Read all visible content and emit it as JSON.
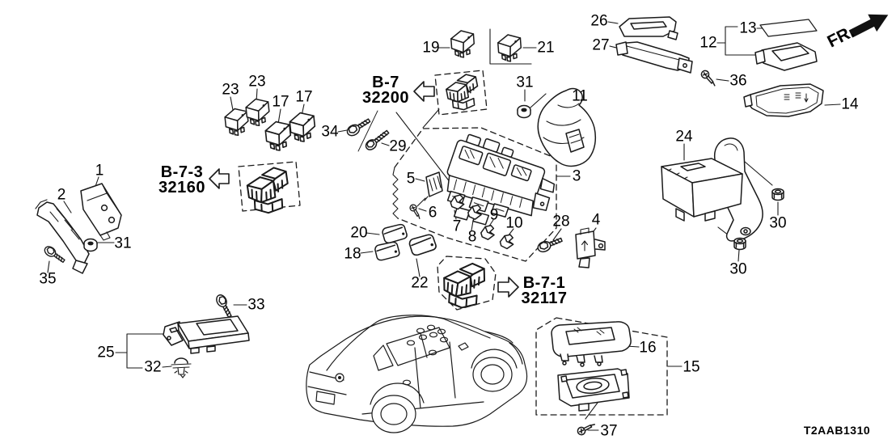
{
  "diagram_code": "T2AAB1310",
  "orientation": {
    "label": "FR."
  },
  "refs": {
    "b7_32200": {
      "code": "B-7",
      "num": "32200"
    },
    "b73_32160": {
      "code": "B-7-3",
      "num": "32160"
    },
    "b71_32117": {
      "code": "B-7-1",
      "num": "32117"
    }
  },
  "callouts": {
    "1": "1",
    "2": "2",
    "3": "3",
    "4": "4",
    "5": "5",
    "6": "6",
    "7": "7",
    "8": "8",
    "9": "9",
    "10": "10",
    "11": "11",
    "12": "12",
    "13": "13",
    "14": "14",
    "15": "15",
    "16": "16",
    "17a": "17",
    "17b": "17",
    "18": "18",
    "19": "19",
    "20": "20",
    "21": "21",
    "22": "22",
    "23a": "23",
    "23b": "23",
    "24": "24",
    "25": "25",
    "26": "26",
    "27": "27",
    "28": "28",
    "29": "29",
    "30a": "30",
    "30b": "30",
    "31a": "31",
    "31b": "31",
    "32": "32",
    "33": "33",
    "34": "34",
    "35": "35",
    "36": "36",
    "37": "37"
  },
  "colors": {
    "ink": "#1a1a1a",
    "background": "#ffffff"
  }
}
